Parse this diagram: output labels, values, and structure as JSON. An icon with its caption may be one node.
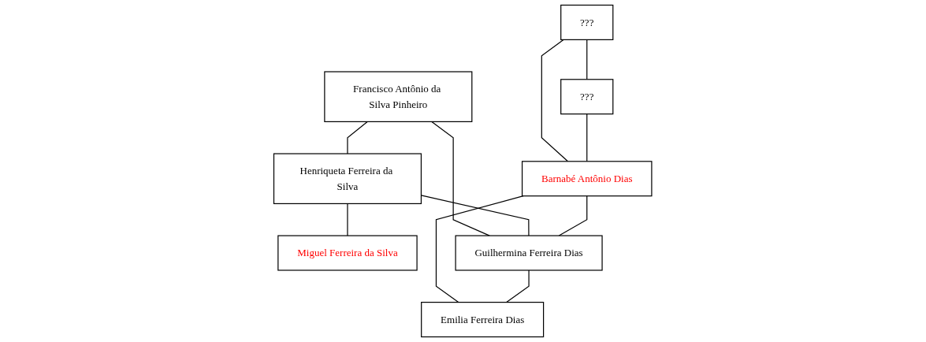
{
  "diagram": {
    "nodes": [
      {
        "text": [
          "???"
        ]
      },
      {
        "text": [
          "???"
        ]
      },
      {
        "text": [
          "Francisco Antônio da Silva Pinheiro"
        ]
      },
      {
        "text": [
          "Henriqueta Ferreira da Silva"
        ]
      },
      {
        "text": [
          "Miguel Ferreira da Silva"
        ]
      },
      {
        "text": [
          "Barnabé Antônio Dias"
        ]
      },
      {
        "text": [
          "Guilhermina Ferreira Dias"
        ]
      },
      {
        "text": [
          "Emilia Ferreira Dias"
        ]
      }
    ],
    "edges": [
      {
        "from": 0,
        "to": 1,
        "arrow": "none"
      },
      {
        "from": 0,
        "to": 5,
        "arrow": "none"
      },
      {
        "from": 1,
        "to": 5,
        "arrow": "none"
      },
      {
        "from": 2,
        "to": 3,
        "arrow": "none"
      },
      {
        "from": 3,
        "to": 4,
        "arrow": "none"
      },
      {
        "from": 2,
        "to": 6,
        "arrow": "none"
      },
      {
        "from": 3,
        "to": 6,
        "arrow": "none"
      },
      {
        "from": 5,
        "to": 6,
        "arrow": "none"
      },
      {
        "from": 5,
        "to": 7,
        "arrow": "none"
      },
      {
        "from": 6,
        "to": 7,
        "arrow": "none"
      }
    ]
  }
}
